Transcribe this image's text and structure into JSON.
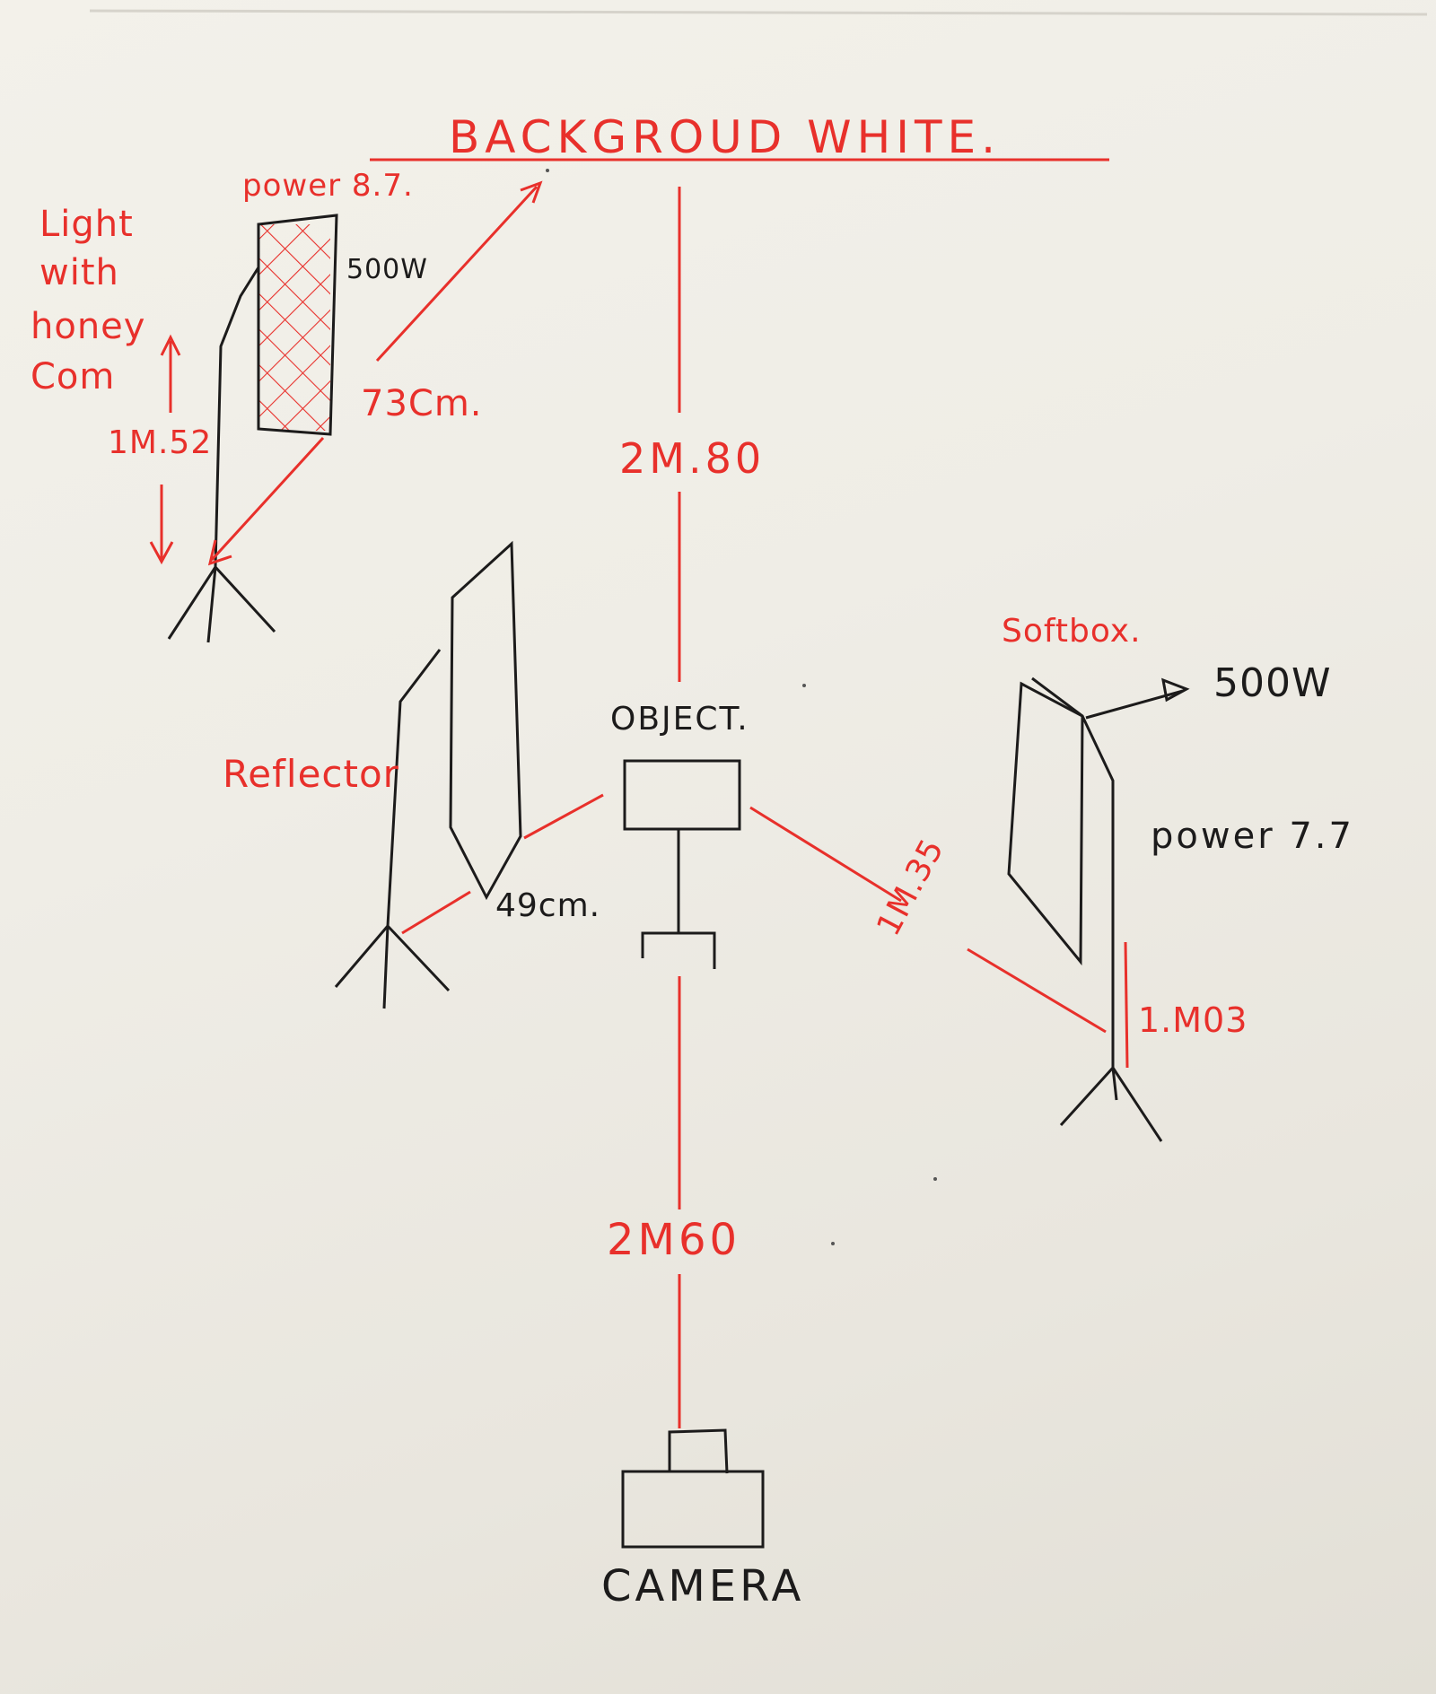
{
  "colors": {
    "ink_red": "#e8302b",
    "ink_black": "#1c1b1b",
    "paper": "#efede6"
  },
  "background_label": "BACKGROUD WHITE.",
  "back_light": {
    "power": "power 8.7.",
    "note_line1": "Light",
    "note_line2": "with",
    "note_line3": "honey",
    "note_line4": "Com",
    "wattage": "500W",
    "distance_to_background": "73Cm.",
    "height": "1M.52"
  },
  "center_line": {
    "background_to_object": "2M.80",
    "object_to_camera": "2M60"
  },
  "object_label": "OBJECT.",
  "reflector": {
    "label": "Reflector",
    "distance": "49cm."
  },
  "softbox": {
    "label": "Softbox.",
    "wattage": "500W",
    "power": "power 7.7",
    "distance_to_object": "1M.35",
    "height": "1.M03"
  },
  "camera_label": "CAMERA"
}
